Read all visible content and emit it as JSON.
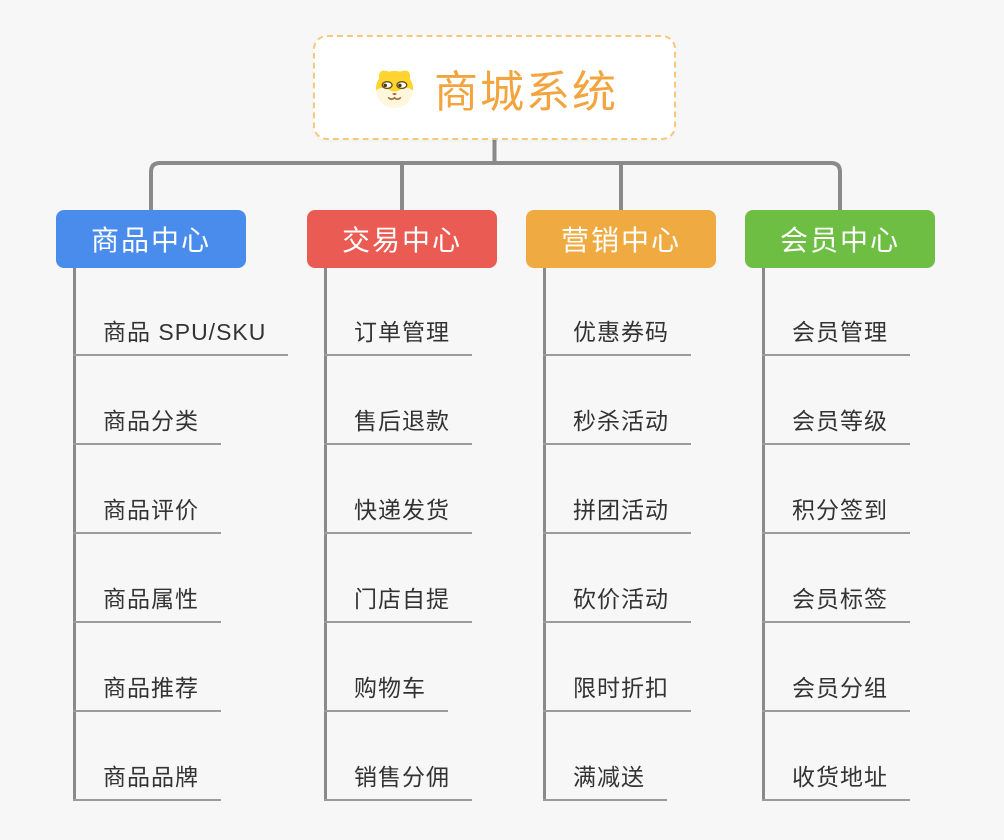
{
  "root": {
    "title": "商城系统",
    "icon": "shiba-dog-icon"
  },
  "theme": {
    "background": "#f7f7f7",
    "root_border_color": "#f6c87e",
    "root_title_color": "#f2a43f",
    "connector_color": "#8a8a8a",
    "underline_color": "#9b9b9b",
    "leaf_text_color": "#333333"
  },
  "columns": [
    {
      "label": "商品中心",
      "color": "#4a8ceb",
      "items": [
        "商品 SPU/SKU",
        "商品分类",
        "商品评价",
        "商品属性",
        "商品推荐",
        "商品品牌"
      ]
    },
    {
      "label": "交易中心",
      "color": "#ea5b53",
      "items": [
        "订单管理",
        "售后退款",
        "快递发货",
        "门店自提",
        "购物车",
        "销售分佣"
      ]
    },
    {
      "label": "营销中心",
      "color": "#efab41",
      "items": [
        "优惠券码",
        "秒杀活动",
        "拼团活动",
        "砍价活动",
        "限时折扣",
        "满减送"
      ]
    },
    {
      "label": "会员中心",
      "color": "#6fbe44",
      "items": [
        "会员管理",
        "会员等级",
        "积分签到",
        "会员标签",
        "会员分组",
        "收货地址"
      ]
    }
  ]
}
